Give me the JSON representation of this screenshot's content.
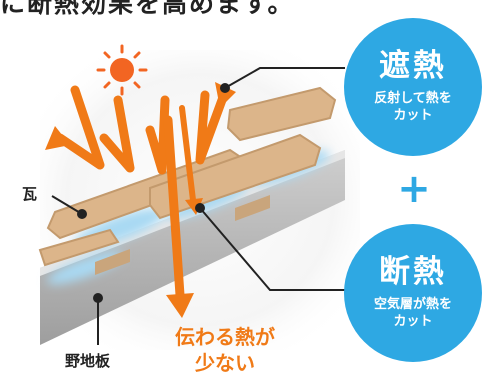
{
  "top_caption": "に断熱効果を高めます。",
  "bubble_top": {
    "title": "遮熱",
    "subtitle": "反射して熱を\nカット"
  },
  "plus_sign": "+",
  "bubble_bottom": {
    "title": "断熱",
    "subtitle": "空気層が熱を\nカット"
  },
  "label_tile": "瓦",
  "label_board": "野地板",
  "heat_text": {
    "line1": "伝わる熱が",
    "line2": "少ない"
  },
  "colors": {
    "accent_blue": "#2ea8e3",
    "heat_orange": "#f07a17",
    "tile_tan": "#dcb58a",
    "board_gray": "#b7b7b7",
    "air_blue": "#a9d9f3",
    "sun": "#f26522"
  }
}
